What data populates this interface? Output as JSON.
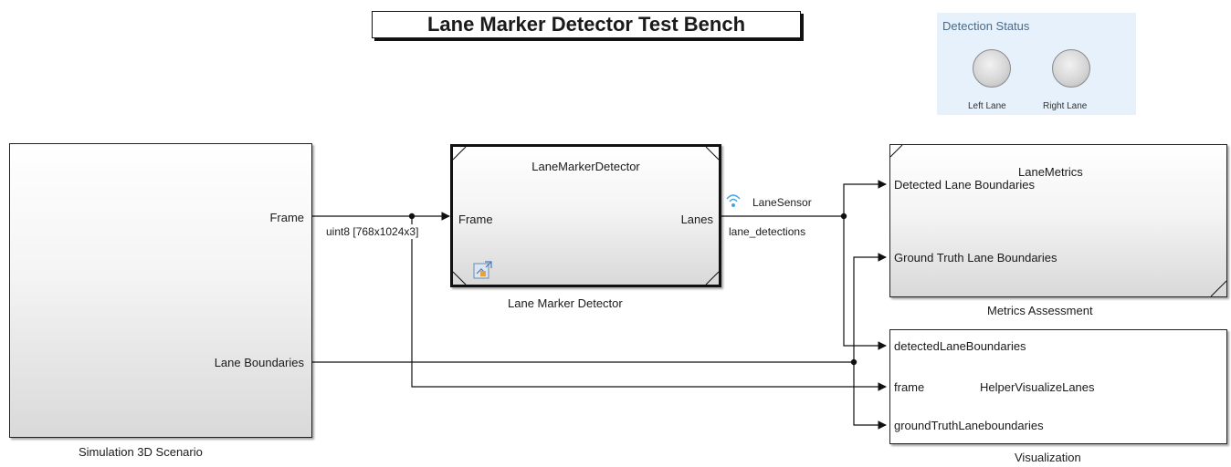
{
  "title": "Lane Marker Detector Test Bench",
  "detection_status": {
    "heading": "Detection Status",
    "lamps": [
      {
        "label": "Left Lane"
      },
      {
        "label": "Right Lane"
      }
    ]
  },
  "blocks": {
    "sim3d": {
      "caption": "Simulation 3D Scenario",
      "ports": {
        "frame": "Frame",
        "lane_boundaries": "Lane Boundaries"
      }
    },
    "detector": {
      "name": "LaneMarkerDetector",
      "caption": "Lane Marker Detector",
      "ports": {
        "frame": "Frame",
        "lanes": "Lanes"
      }
    },
    "metrics": {
      "name": "LaneMetrics",
      "caption": "Metrics Assessment",
      "ports": {
        "detected": "Detected Lane Boundaries",
        "ground_truth": "Ground Truth Lane Boundaries"
      }
    },
    "visualization": {
      "name": "HelperVisualizeLanes",
      "caption": "Visualization",
      "ports": {
        "detected": "detectedLaneBoundaries",
        "frame": "frame",
        "ground_truth": "groundTruthLaneboundaries"
      }
    }
  },
  "signals": {
    "frame_dims": "uint8 [768x1024x3]",
    "lane_sensor": "LaneSensor",
    "lane_detections": "lane_detections"
  },
  "icons": [
    "wireless-signal-icon",
    "model-reference-icon",
    "block-corner-marker-icon"
  ]
}
